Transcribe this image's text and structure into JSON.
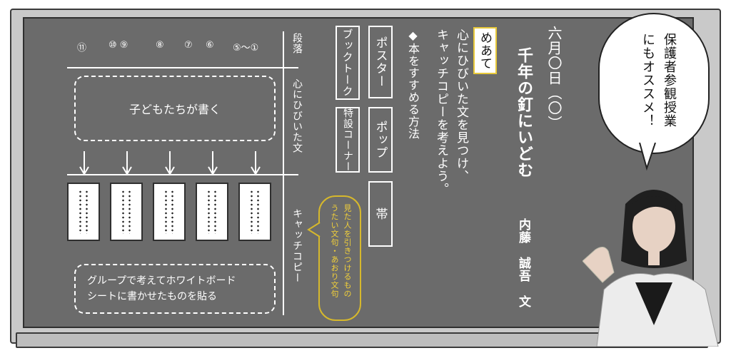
{
  "header": {
    "date": "六月〇日（〇）",
    "title": "千年の釘にいどむ",
    "author": "内藤　誠吾　文"
  },
  "aim": {
    "badge": "めあて",
    "line1": "心にひびいた文を見つけ、",
    "line2": "キャッチコピーを考えよう。"
  },
  "methods": {
    "heading": "◆本をすすめる方法",
    "items": [
      "ポスター",
      "ポップ",
      "帯",
      "ブックトーク",
      "特設コーナー"
    ]
  },
  "side_labels": {
    "paragraph": "段落",
    "moving_sentence": "心にひびいた文",
    "catch_copy": "キャッチコピー"
  },
  "paragraph_numbers": [
    "⑪",
    "⑩ ⑨",
    "⑧",
    "⑦",
    "⑥",
    "⑤〜①"
  ],
  "children_write": "子どもたちが書く",
  "whiteboard_note": {
    "line1": "グループで考えてホワイトボード",
    "line2": "シートに書かせたものを貼る"
  },
  "catch_note": {
    "line1": "見た人を引きつけるもの",
    "line2": "うたい文句・あおり文句"
  },
  "speech_bubble": {
    "line1": "保護者参観授業",
    "line2": "にもオススメ！"
  },
  "colors": {
    "board": "#6b6b6b",
    "chalk": "#ffffff",
    "accent_yellow": "#e8c93a"
  }
}
